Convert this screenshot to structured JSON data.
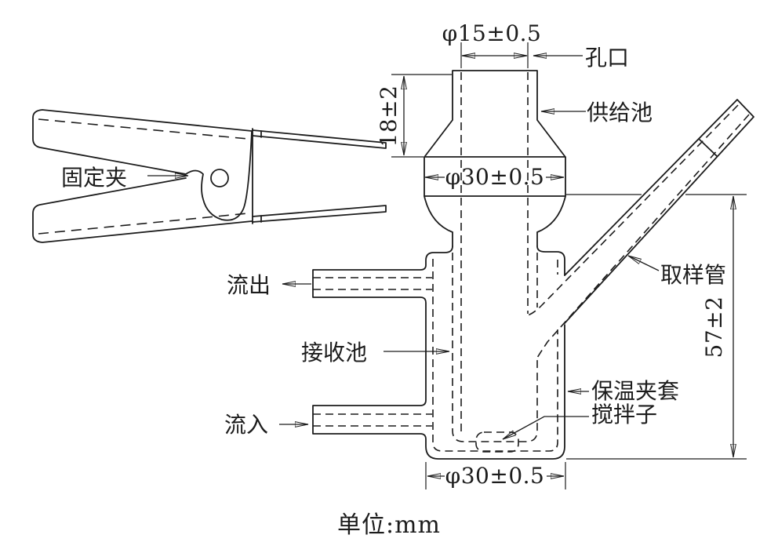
{
  "drawing": {
    "labels": {
      "orifice": "孔口",
      "supply_cell": "供给池",
      "fixing_clamp": "固定夹",
      "outflow": "流出",
      "receiving_cell": "接收池",
      "inflow": "流入",
      "sampling_tube": "取样管",
      "insulation_jacket": "保温夹套",
      "stir_bar": "搅拌子"
    },
    "dimensions": {
      "orifice_diameter": "φ15±0.5",
      "supply_cell_height": "18±2",
      "joint_diameter": "φ30±0.5",
      "body_height": "57±2",
      "body_diameter": "φ30±0.5"
    },
    "units_note": "单位:mm",
    "colors": {
      "line": "#1c1c1c",
      "background": "#ffffff"
    }
  }
}
